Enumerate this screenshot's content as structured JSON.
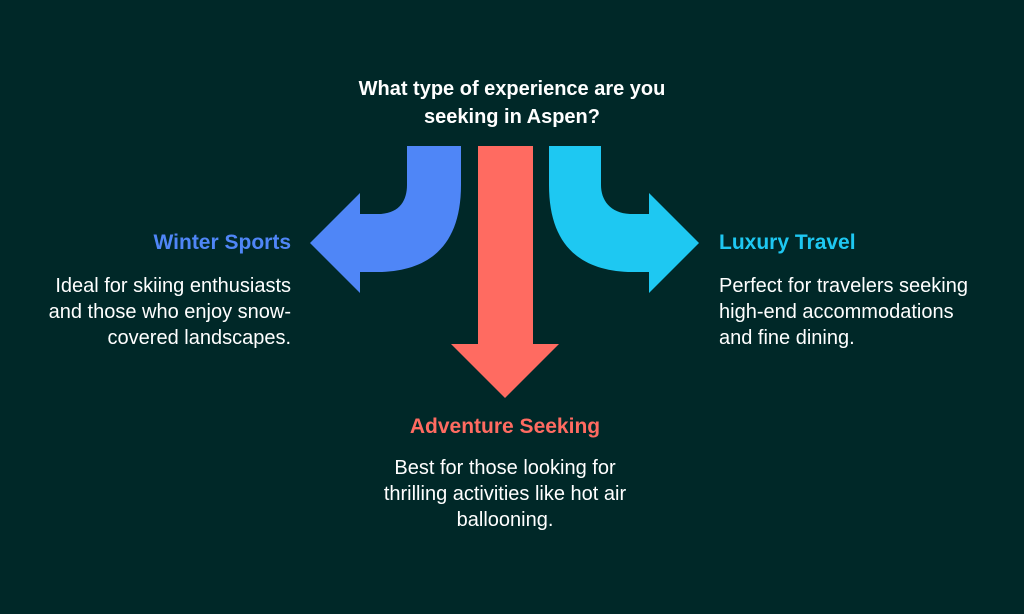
{
  "question": {
    "lines": [
      "What type of experience are you",
      "seeking in Aspen?"
    ]
  },
  "options": {
    "winter": {
      "title": "Winter Sports",
      "desc": [
        "Ideal for skiing enthusiasts",
        "and those who enjoy snow-",
        "covered landscapes."
      ],
      "color": "#4f86f7"
    },
    "adventure": {
      "title": "Adventure Seeking",
      "desc": [
        "Best for those looking for",
        "thrilling activities like hot air",
        "ballooning."
      ],
      "color": "#ff6b61"
    },
    "luxury": {
      "title": "Luxury Travel",
      "desc": [
        "Perfect for travelers seeking",
        "high-end accommodations",
        "and fine dining."
      ],
      "color": "#1ec8f2"
    }
  },
  "colors": {
    "background": "#002828",
    "text": "#ffffff"
  }
}
